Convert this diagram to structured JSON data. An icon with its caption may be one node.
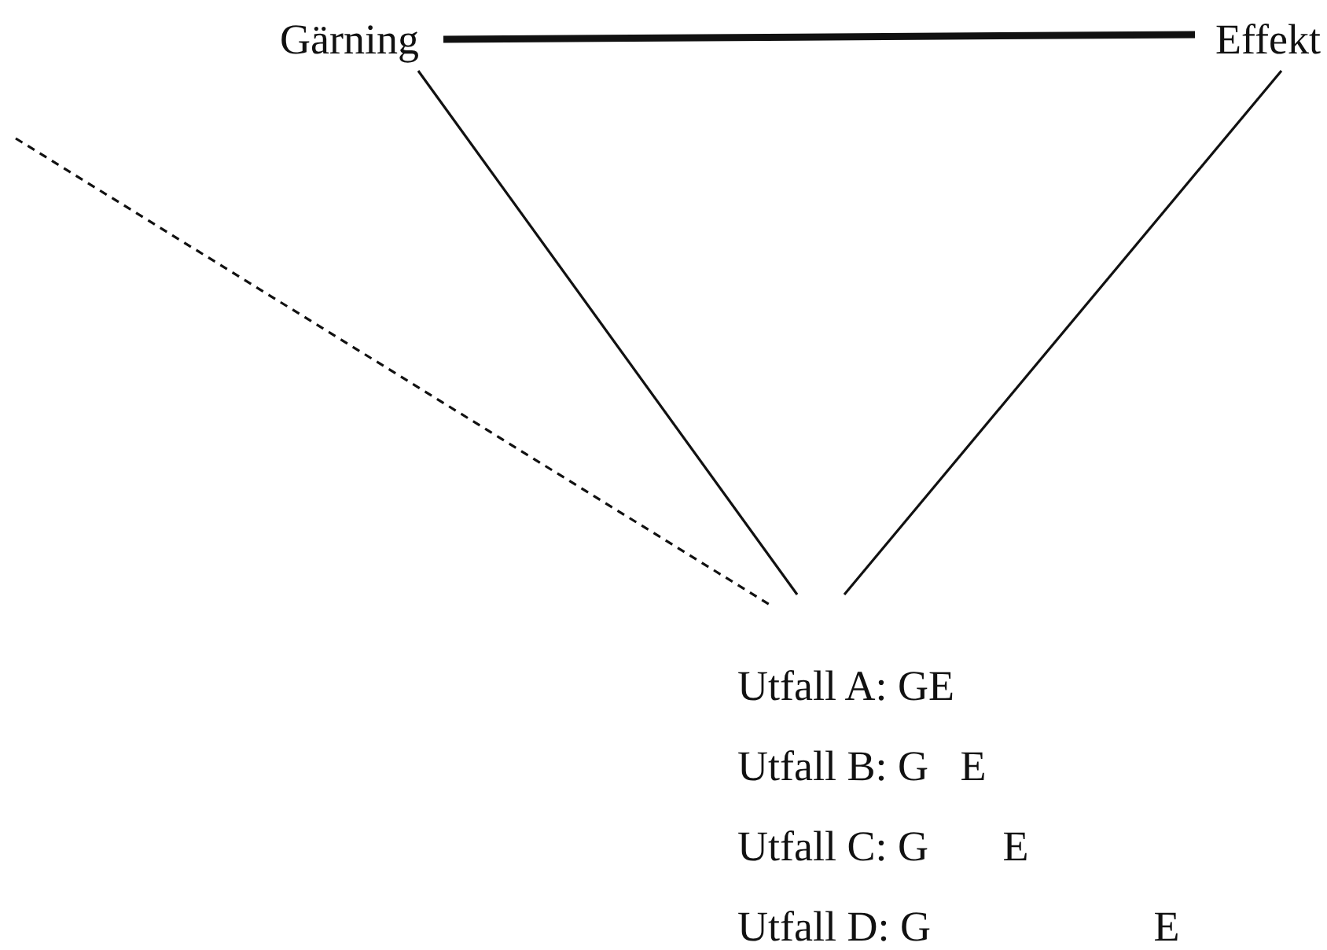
{
  "diagram": {
    "nodes": [
      {
        "text": [
          "Gärning"
        ]
      },
      {
        "text": [
          "Effekt"
        ]
      },
      {
        "text": [
          "Utfall A: GE",
          "Utfall B: G   E",
          "Utfall C: G       E",
          "Utfall D: G                     E"
        ]
      }
    ],
    "edges": [
      {
        "from": 0,
        "to": 1,
        "arrow": "none",
        "style": "thick"
      },
      {
        "from": 0,
        "to": 2,
        "arrow": "none"
      },
      {
        "from": 1,
        "to": 2,
        "arrow": "none"
      },
      {
        "from": null,
        "to": 2,
        "arrow": "none",
        "style": "dashed"
      }
    ]
  }
}
